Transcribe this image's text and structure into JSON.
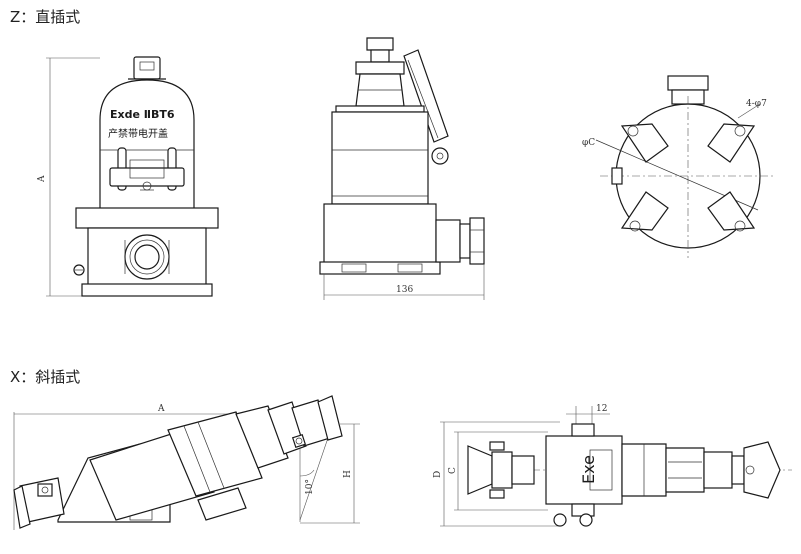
{
  "headings": {
    "straight": "Z：直插式",
    "angled": "X：斜插式"
  },
  "front_view": {
    "plate_line1": "Exde ⅡBT6",
    "plate_line2": "产禁带电开盖",
    "dim_a": "A"
  },
  "side_view": {
    "dim_width": "136"
  },
  "top_view": {
    "dim_holes": "4-φ7",
    "dim_c": "φC"
  },
  "angled_side": {
    "dim_a": "A",
    "dim_h": "H",
    "dim_angle": "10°"
  },
  "angled_top": {
    "dim_12": "12",
    "dim_d": "D",
    "dim_c": "C",
    "body_mark": "Exe"
  }
}
